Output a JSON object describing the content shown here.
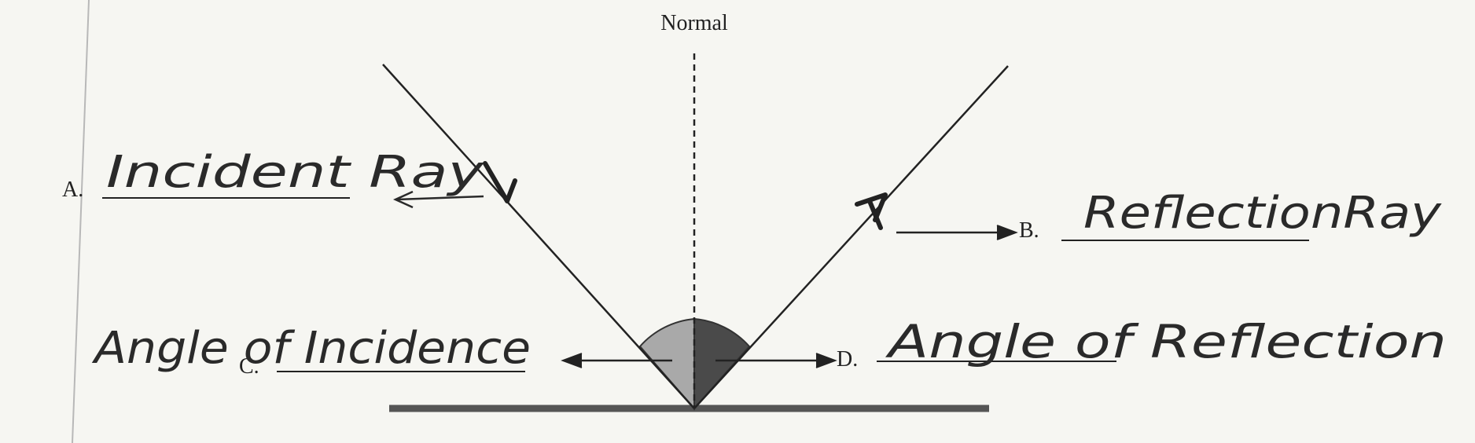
{
  "normal_label": "Normal",
  "labels": {
    "a": {
      "letter": "A.",
      "answer": "Incident Ray"
    },
    "b": {
      "letter": "B.",
      "answer": "ReflectionRay"
    },
    "c": {
      "letter": "C.",
      "answer": "Angle of Incidence"
    },
    "d": {
      "letter": "D.",
      "answer": "Angle of Reflection"
    }
  },
  "colors": {
    "ink": "#222222",
    "pencil": "#2a2a2a",
    "incidence_wedge": "#a9a9a9",
    "reflection_wedge": "#4a4a4a",
    "mirror": "#555555",
    "paper": "#f6f6f2"
  }
}
